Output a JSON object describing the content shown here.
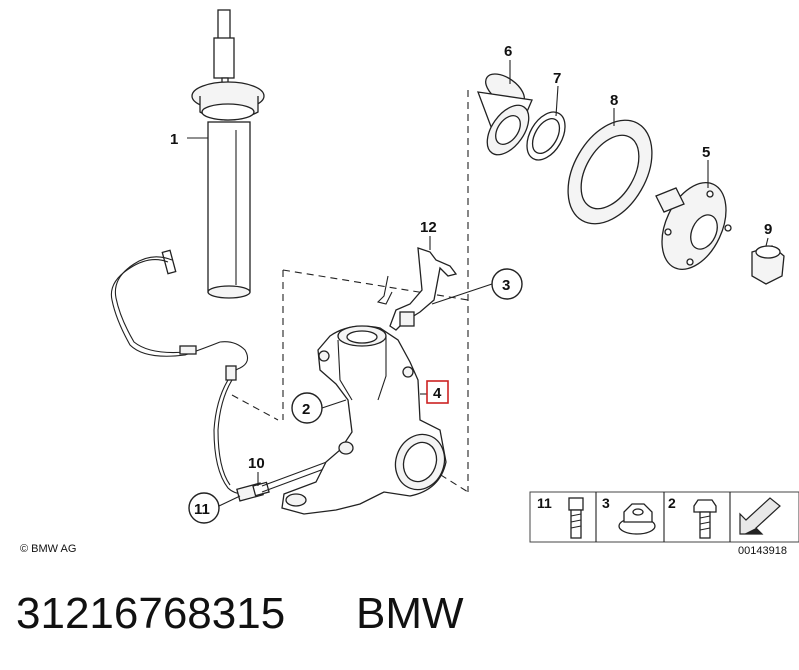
{
  "callouts": {
    "c1": "1",
    "c2": "2",
    "c3": "3",
    "c4": "4",
    "c5": "5",
    "c6": "6",
    "c7": "7",
    "c8": "8",
    "c9": "9",
    "c10": "10",
    "c11": "11",
    "c12": "12"
  },
  "legend": {
    "items": [
      "11",
      "3",
      "2"
    ],
    "diagram_number": "00143918"
  },
  "copyright": "© BMW AG",
  "footer": {
    "part_number": "31216768315",
    "brand": "BMW"
  },
  "colors": {
    "highlight": "#cc2222",
    "line": "#222222"
  }
}
